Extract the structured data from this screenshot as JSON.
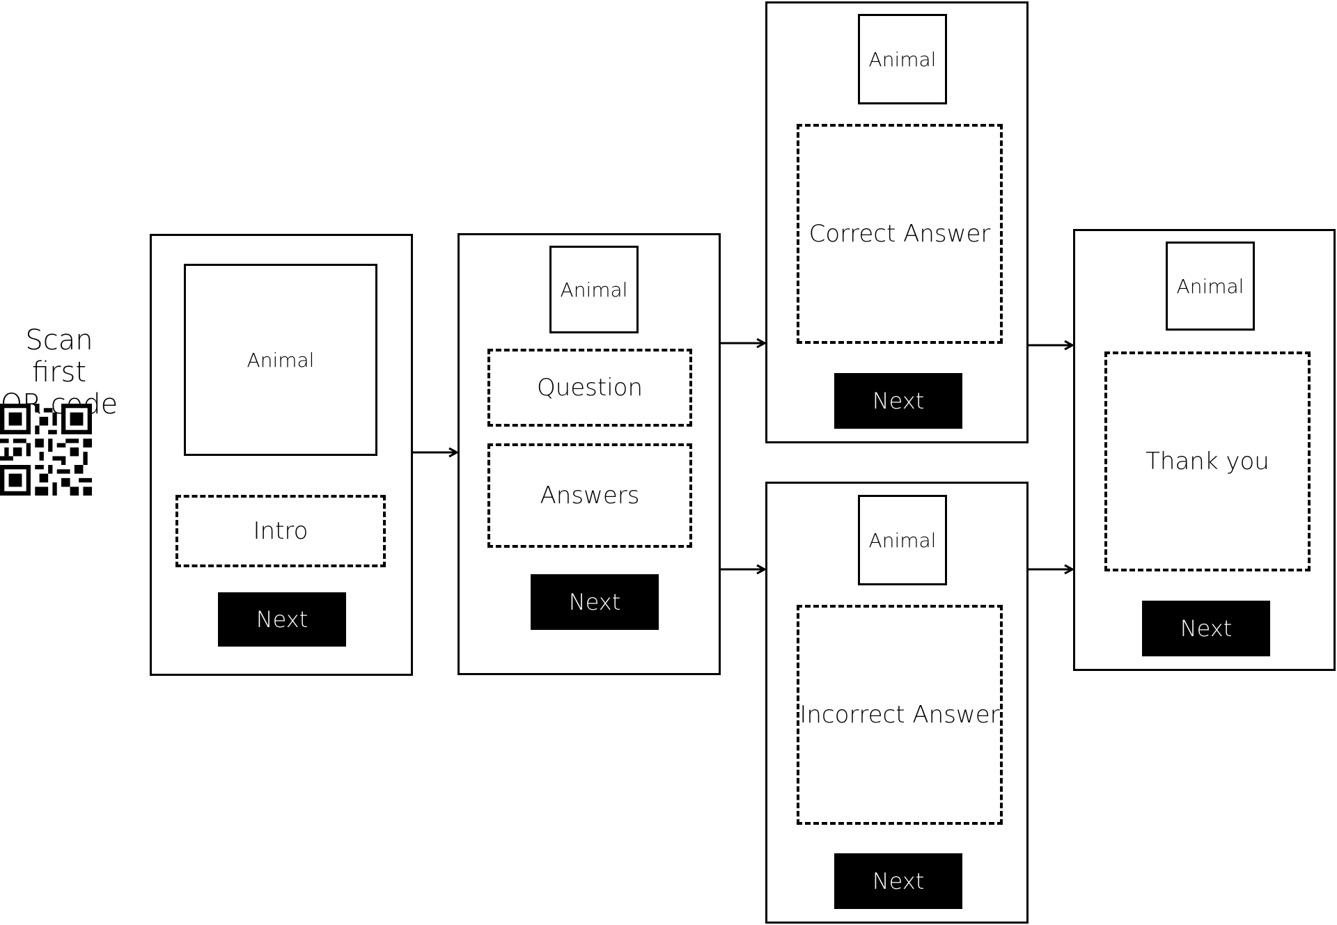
{
  "caption": {
    "line1": "Scan first",
    "line2": "QR code"
  },
  "screens": {
    "intro": {
      "image": "Animal",
      "text": "Intro",
      "button": "Next"
    },
    "question": {
      "image": "Animal",
      "question": "Question",
      "answers": "Answers",
      "button": "Next"
    },
    "correct": {
      "image": "Animal",
      "text": "Correct Answer",
      "button": "Next"
    },
    "incorrect": {
      "image": "Animal",
      "text": "Incorrect Answer",
      "button": "Next"
    },
    "thanks": {
      "image": "Animal",
      "text": "Thank you",
      "button": "Next"
    }
  },
  "icons": {
    "qr": "qr-code-icon",
    "arrow": "arrow-right-icon"
  }
}
